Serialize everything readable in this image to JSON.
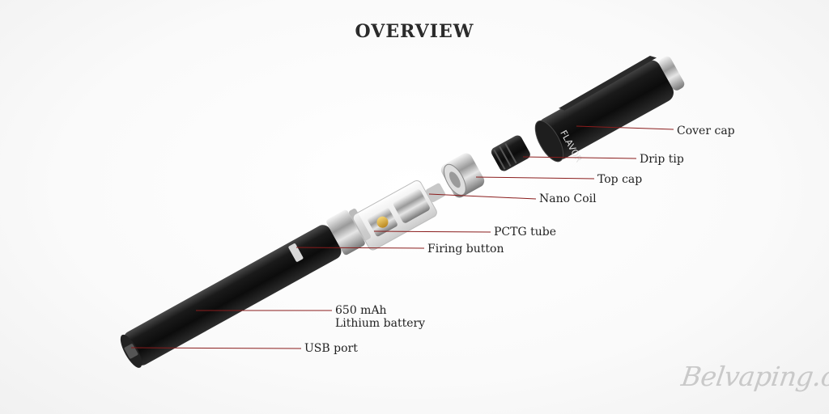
{
  "title": "OVERVIEW",
  "brand_on_cap": "FLAVOR",
  "labels": {
    "cover_cap": "Cover cap",
    "drip_tip": "Drip tip",
    "top_cap": "Top cap",
    "nano_coil": "Nano Coil",
    "pctg_tube": "PCTG tube",
    "firing_button": "Firing button",
    "battery_line1": "650 mAh",
    "battery_line2": "Lithium battery",
    "usb_port": "USB port"
  },
  "watermark": "Belvaping.com",
  "colors": {
    "leader_line": "#8a1c1c",
    "body_black": "#151515",
    "steel": "#c8c8c8",
    "text": "#222222"
  }
}
